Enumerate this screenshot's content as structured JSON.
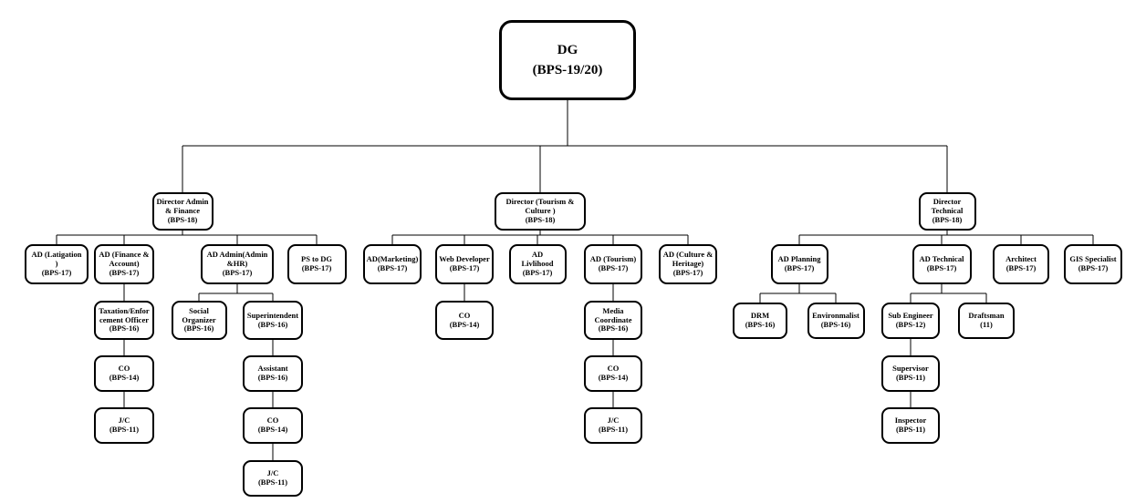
{
  "diagram": {
    "type": "org-chart",
    "line_color": "#000000",
    "box_border_color": "#000000",
    "box_fill_color": "#ffffff"
  },
  "nodes": [
    {
      "id": "dg",
      "parent": null,
      "lines": [
        "DG",
        "(BPS-19/20)"
      ]
    },
    {
      "id": "dir-admin",
      "parent": "dg",
      "lines": [
        "Director Admin",
        "& Finance",
        "(BPS-18)"
      ]
    },
    {
      "id": "dir-tourism",
      "parent": "dg",
      "lines": [
        "Director (Tourism  &",
        "Culture )",
        "(BPS-18)"
      ]
    },
    {
      "id": "dir-technical",
      "parent": "dg",
      "lines": [
        "Director",
        "Technical",
        "(BPS-18)"
      ]
    },
    {
      "id": "ad-latigation",
      "parent": "dir-admin",
      "lines": [
        "AD (Latigation",
        ")",
        "(BPS-17)"
      ]
    },
    {
      "id": "ad-finance",
      "parent": "dir-admin",
      "lines": [
        "AD (Finance &",
        "Account)",
        "(BPS-17)"
      ]
    },
    {
      "id": "ad-admin-hr",
      "parent": "dir-admin",
      "lines": [
        "AD Admin(Admin",
        "&HR)",
        "(BPS-17)"
      ]
    },
    {
      "id": "ps-to-dg",
      "parent": "dir-admin",
      "lines": [
        "PS to DG",
        "(BPS-17)"
      ]
    },
    {
      "id": "taxation-officer",
      "parent": "ad-finance",
      "lines": [
        "Taxation/Enfor",
        "cement Officer",
        "(BPS-16)"
      ]
    },
    {
      "id": "co-taxation",
      "parent": "taxation-officer",
      "lines": [
        "CO",
        "(BPS-14)"
      ]
    },
    {
      "id": "jc-taxation",
      "parent": "co-taxation",
      "lines": [
        "J/C",
        "(BPS-11)"
      ]
    },
    {
      "id": "social-organizer",
      "parent": "ad-admin-hr",
      "lines": [
        "Social",
        "Organizer",
        "(BPS-16)"
      ]
    },
    {
      "id": "superintendent",
      "parent": "ad-admin-hr",
      "lines": [
        "Superintendent",
        "(BPS-16)"
      ]
    },
    {
      "id": "assistant",
      "parent": "superintendent",
      "lines": [
        "Assistant",
        "(BPS-16)"
      ]
    },
    {
      "id": "co-assistant",
      "parent": "assistant",
      "lines": [
        "CO",
        "(BPS-14)"
      ]
    },
    {
      "id": "jc-superintendent",
      "parent": "co-assistant",
      "lines": [
        "J/C",
        "(BPS-11)"
      ]
    },
    {
      "id": "ad-marketing",
      "parent": "dir-tourism",
      "lines": [
        "AD(Marketing)",
        "(BPS-17)"
      ]
    },
    {
      "id": "web-developer",
      "parent": "dir-tourism",
      "lines": [
        "Web Developer",
        "(BPS-17)"
      ]
    },
    {
      "id": "co-webdev",
      "parent": "web-developer",
      "lines": [
        "CO",
        "(BPS-14)"
      ]
    },
    {
      "id": "ad-livlihood",
      "parent": "dir-tourism",
      "lines": [
        "AD",
        "Livlihood",
        "(BPS-17)"
      ]
    },
    {
      "id": "ad-tourism",
      "parent": "dir-tourism",
      "lines": [
        "AD (Tourism)",
        "(BPS-17)"
      ]
    },
    {
      "id": "media-coordinate",
      "parent": "ad-tourism",
      "lines": [
        "Media",
        "Coordinate",
        "(BPS-16)"
      ]
    },
    {
      "id": "co-media",
      "parent": "media-coordinate",
      "lines": [
        "CO",
        "(BPS-14)"
      ]
    },
    {
      "id": "jc-media",
      "parent": "co-media",
      "lines": [
        "J/C",
        "(BPS-11)"
      ]
    },
    {
      "id": "ad-culture",
      "parent": "dir-tourism",
      "lines": [
        "AD (Culture &",
        "Heritage)",
        "(BPS-17)"
      ]
    },
    {
      "id": "ad-planning",
      "parent": "dir-technical",
      "lines": [
        "AD Planning",
        "(BPS-17)"
      ]
    },
    {
      "id": "drm",
      "parent": "ad-planning",
      "lines": [
        "DRM",
        "(BPS-16)"
      ]
    },
    {
      "id": "environmalist",
      "parent": "ad-planning",
      "lines": [
        "Environmalist",
        "(BPS-16)"
      ]
    },
    {
      "id": "ad-technical",
      "parent": "dir-technical",
      "lines": [
        "AD Technical",
        "(BPS-17)"
      ]
    },
    {
      "id": "sub-engineer",
      "parent": "ad-technical",
      "lines": [
        "Sub Engineer",
        "(BPS-12)"
      ]
    },
    {
      "id": "supervisor",
      "parent": "sub-engineer",
      "lines": [
        "Supervisor",
        "(BPS-11)"
      ]
    },
    {
      "id": "inspector",
      "parent": "supervisor",
      "lines": [
        "Inspector",
        "(BPS-11)"
      ]
    },
    {
      "id": "draftsman",
      "parent": "ad-technical",
      "lines": [
        "Draftsman",
        "(11)"
      ]
    },
    {
      "id": "architect",
      "parent": "dir-technical",
      "lines": [
        "Architect",
        "(BPS-17)"
      ]
    },
    {
      "id": "gis-specialist",
      "parent": "dir-technical",
      "lines": [
        "GIS Specialist",
        "(BPS-17)"
      ]
    }
  ]
}
